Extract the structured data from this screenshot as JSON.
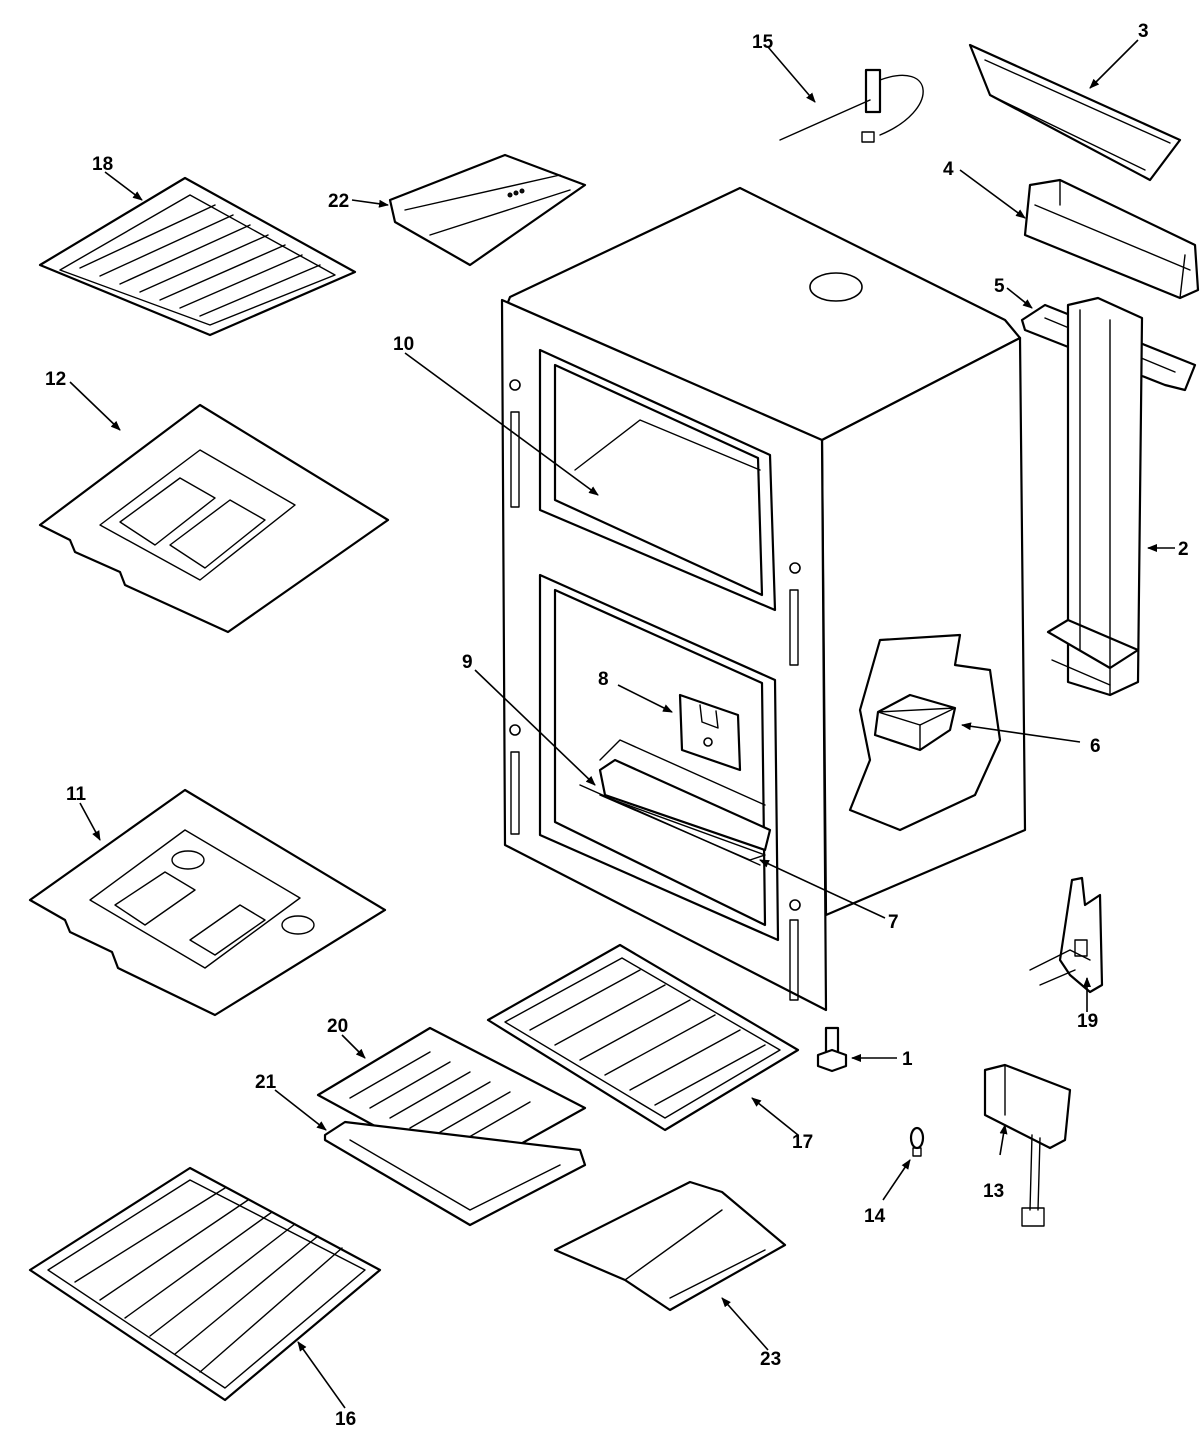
{
  "callouts": [
    {
      "id": "c1",
      "text": "1"
    },
    {
      "id": "c2",
      "text": "2"
    },
    {
      "id": "c3",
      "text": "3"
    },
    {
      "id": "c4",
      "text": "4"
    },
    {
      "id": "c5",
      "text": "5"
    },
    {
      "id": "c6",
      "text": "6"
    },
    {
      "id": "c7",
      "text": "7"
    },
    {
      "id": "c8",
      "text": "8"
    },
    {
      "id": "c9",
      "text": "9"
    },
    {
      "id": "c10",
      "text": "10"
    },
    {
      "id": "c11",
      "text": "11"
    },
    {
      "id": "c12",
      "text": "12"
    },
    {
      "id": "c13",
      "text": "13"
    },
    {
      "id": "c14",
      "text": "14"
    },
    {
      "id": "c15",
      "text": "15"
    },
    {
      "id": "c16",
      "text": "16"
    },
    {
      "id": "c17",
      "text": "17"
    },
    {
      "id": "c18",
      "text": "18"
    },
    {
      "id": "c19",
      "text": "19"
    },
    {
      "id": "c20",
      "text": "20"
    },
    {
      "id": "c21",
      "text": "21"
    },
    {
      "id": "c22",
      "text": "22"
    },
    {
      "id": "c23",
      "text": "23"
    }
  ],
  "colors": {
    "line": "#000000",
    "background": "#ffffff"
  }
}
